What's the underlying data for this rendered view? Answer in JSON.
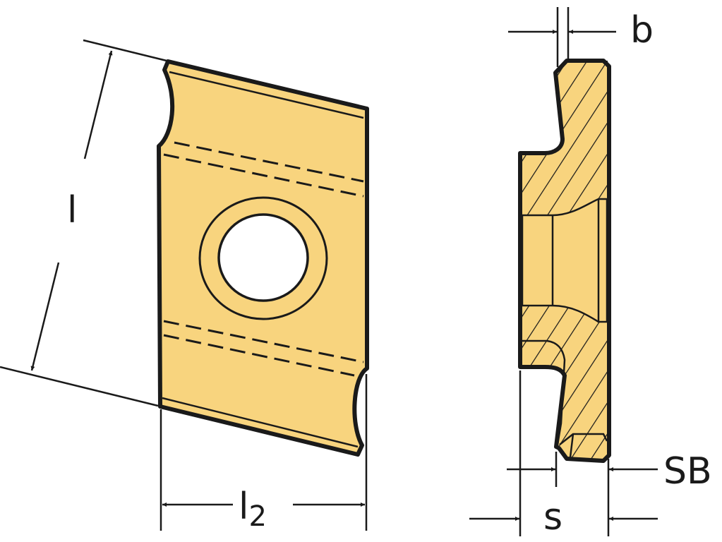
{
  "colors": {
    "insert_fill": "#F8D47E",
    "outline": "#1a1a1a",
    "background": "#ffffff"
  },
  "labels": {
    "length": "l",
    "length2_main": "l",
    "length2_sub": "2",
    "width_b": "b",
    "thickness_s": "s",
    "seat_sb": "SB"
  }
}
